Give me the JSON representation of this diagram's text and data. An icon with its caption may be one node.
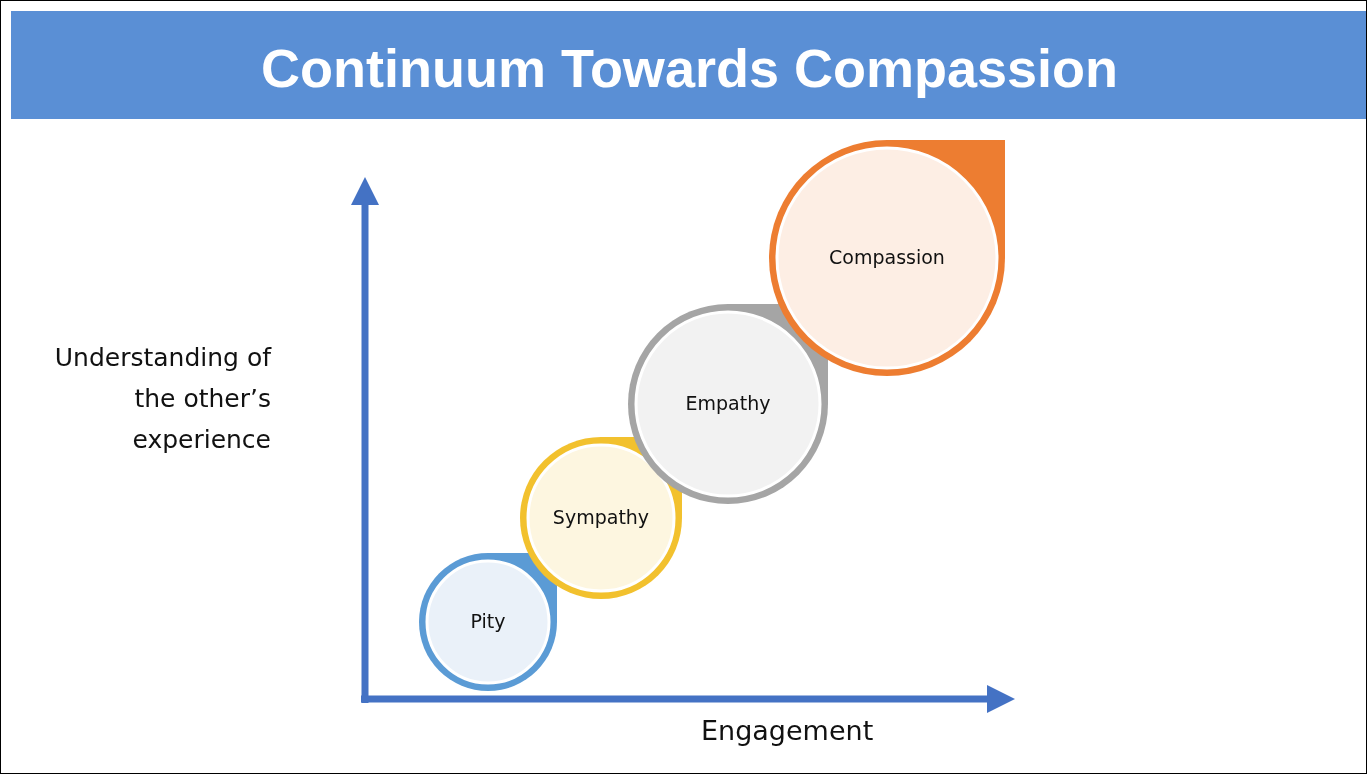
{
  "diagram": {
    "title": "Continuum Towards Compassion",
    "nodes": [
      {
        "text": [
          "Pity"
        ]
      },
      {
        "text": [
          "Sympathy"
        ]
      },
      {
        "text": [
          "Empathy"
        ]
      },
      {
        "text": [
          "Compassion"
        ]
      }
    ],
    "labels": [
      "Understanding of the other’s experience",
      "Engagement"
    ]
  }
}
